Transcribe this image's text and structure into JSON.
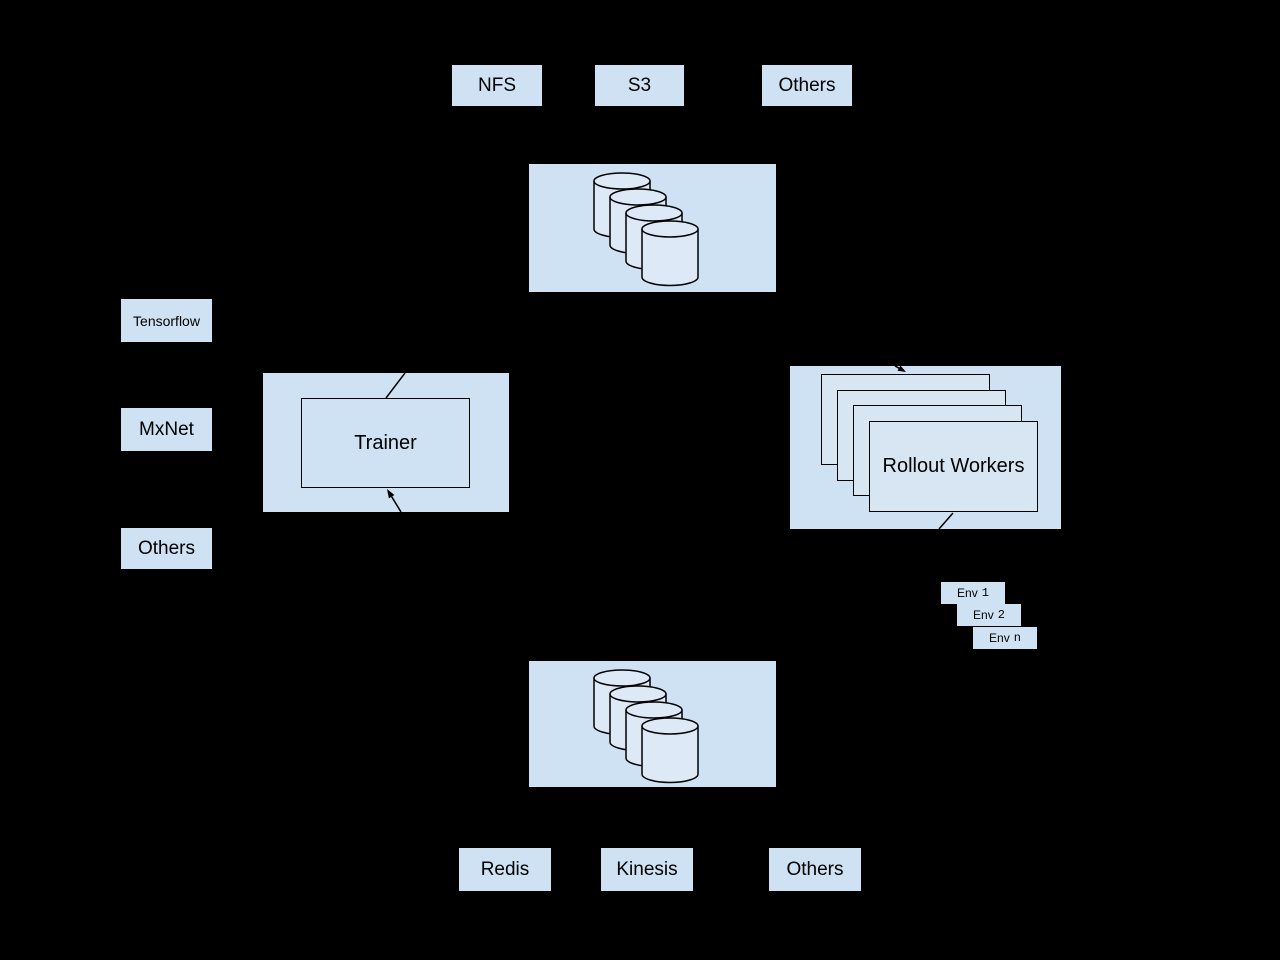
{
  "colors": {
    "bg": "#000000",
    "panel": "#cfe2f3",
    "card": "#d8e5f3",
    "cylinder": "#dde9f6",
    "stroke": "#000000",
    "text": "#000000"
  },
  "top_row": [
    "NFS",
    "S3",
    "Others"
  ],
  "left_column": [
    "Tensorflow",
    "MxNet",
    "Others"
  ],
  "trainer_label": "Trainer",
  "rollout_label": "Rollout Workers",
  "env_boxes": [
    {
      "prefix": "Env",
      "suffix": "1"
    },
    {
      "prefix": "Env",
      "suffix": "2"
    },
    {
      "prefix": "Env",
      "suffix": "n"
    }
  ],
  "bottom_row": [
    "Redis",
    "Kinesis",
    "Others"
  ]
}
